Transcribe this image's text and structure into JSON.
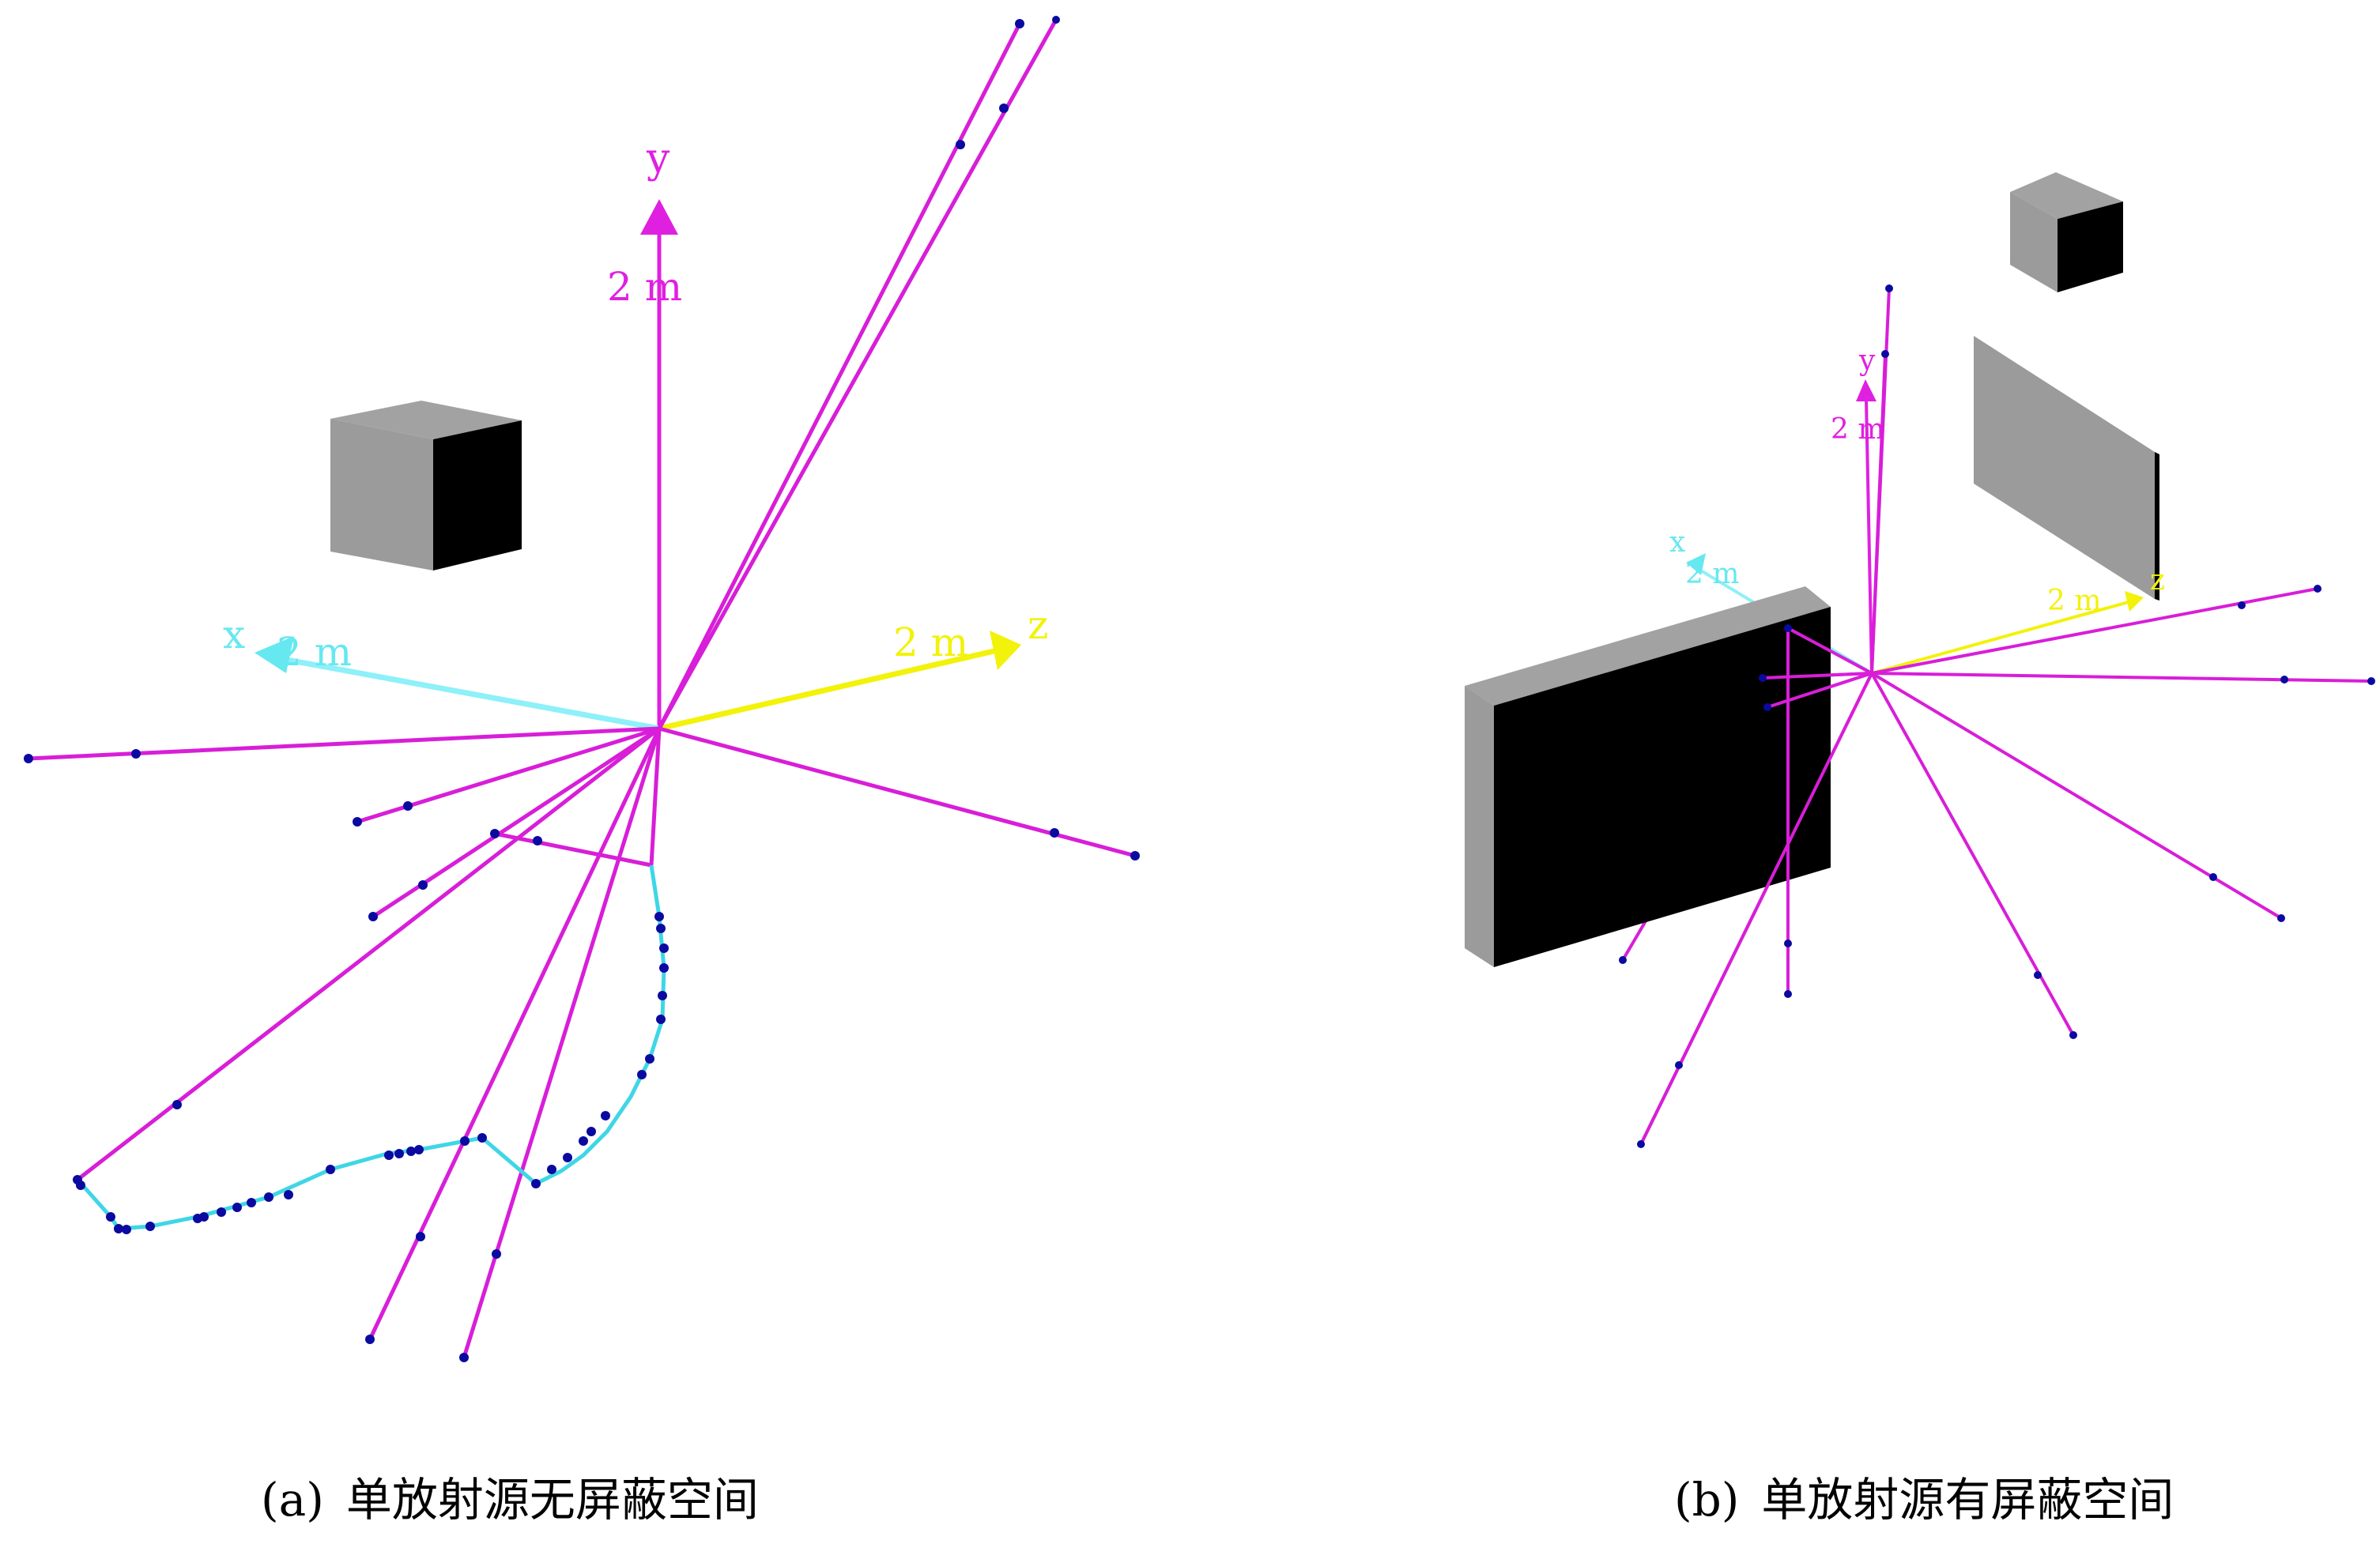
{
  "panels": [
    {
      "id": "a",
      "caption_tag": "(a)",
      "caption_text": "单放射源无屏蔽空间",
      "axes": {
        "x": {
          "label": "x",
          "scale_label": "2 m",
          "color": "#66e8f0"
        },
        "y": {
          "label": "y",
          "scale_label": "2 m",
          "color": "#e020e0"
        },
        "z": {
          "label": "z",
          "scale_label": "2 m",
          "color": "#f2f20a"
        }
      },
      "objects": [
        "cube-source"
      ]
    },
    {
      "id": "b",
      "caption_tag": "(b)",
      "caption_text": "单放射源有屏蔽空间",
      "axes": {
        "x": {
          "label": "x",
          "scale_label": "2 m",
          "color": "#66e8f0"
        },
        "y": {
          "label": "y",
          "scale_label": "2 m",
          "color": "#e020e0"
        },
        "z": {
          "label": "z",
          "scale_label": "2 m",
          "color": "#f2f20a"
        }
      },
      "objects": [
        "cube-source",
        "thin-shield-plate",
        "large-shield-wall"
      ]
    }
  ],
  "colors": {
    "ray": "#d81ed8",
    "scatter_track": "#3fd6e6",
    "interaction_point": "#0a0aa0",
    "box_light_face": "#9b9b9b",
    "box_dark_face": "#000000"
  }
}
